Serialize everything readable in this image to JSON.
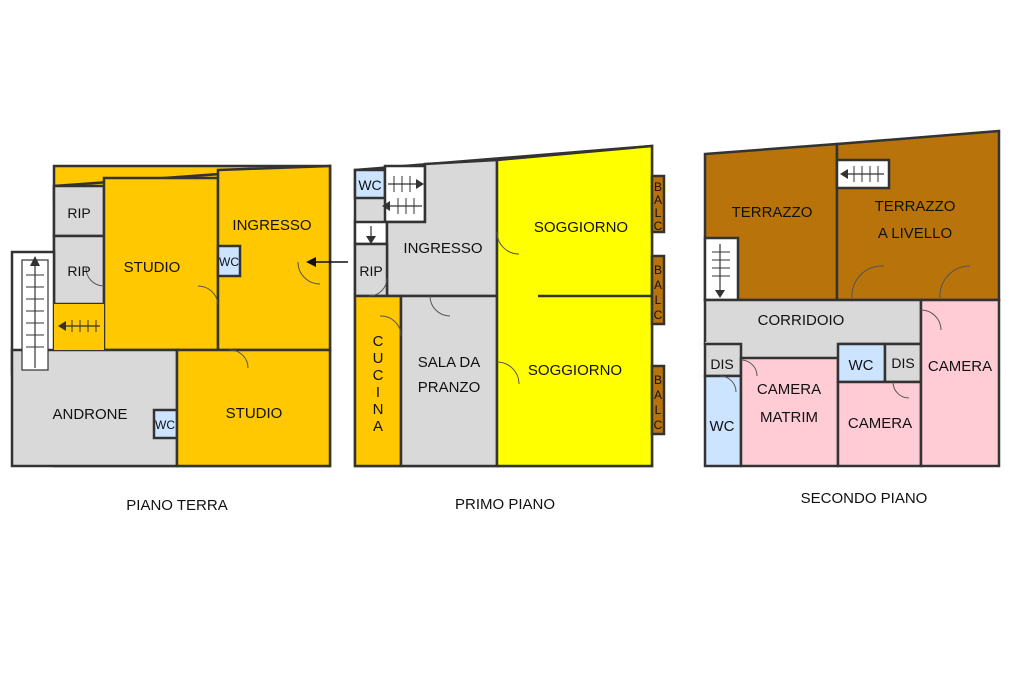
{
  "colors": {
    "grey": "#d9d9d9",
    "orange": "#ffc800",
    "yellow": "#ffff00",
    "brown": "#b8730a",
    "pink": "#ffccd6",
    "blue": "#cce4ff",
    "wall": "#333333"
  },
  "floors": {
    "ground": {
      "title": "PIANO TERRA",
      "rooms": {
        "rip_top": "RIP",
        "rip_mid": "RIP",
        "studio_left": "STUDIO",
        "ingresso": "INGRESSO",
        "wc": "WC",
        "androne": "ANDRONE",
        "wc_androne": "WC",
        "studio_bottom": "STUDIO"
      }
    },
    "first": {
      "title": "PRIMO PIANO",
      "rooms": {
        "wc": "WC",
        "ingresso": "INGRESSO",
        "rip": "RIP",
        "cucina_letters": [
          "C",
          "U",
          "C",
          "I",
          "N",
          "A"
        ],
        "sala_line1": "SALA DA",
        "sala_line2": "PRANZO",
        "soggiorno_top": "SOGGIORNO",
        "soggiorno_bottom": "SOGGIORNO",
        "balc_letters": [
          "B",
          "A",
          "L",
          "C"
        ]
      }
    },
    "second": {
      "title": "SECONDO PIANO",
      "rooms": {
        "terrazzo": "TERRAZZO",
        "terrazzo_livello_line1": "TERRAZZO",
        "terrazzo_livello_line2": "A LIVELLO",
        "corridoio": "CORRIDOIO",
        "dis_left": "DIS",
        "wc_left": "WC",
        "camera_matrim_line1": "CAMERA",
        "camera_matrim_line2": "MATRIM",
        "wc_center": "WC",
        "dis_center": "DIS",
        "camera_center": "CAMERA",
        "camera_right": "CAMERA"
      }
    }
  }
}
